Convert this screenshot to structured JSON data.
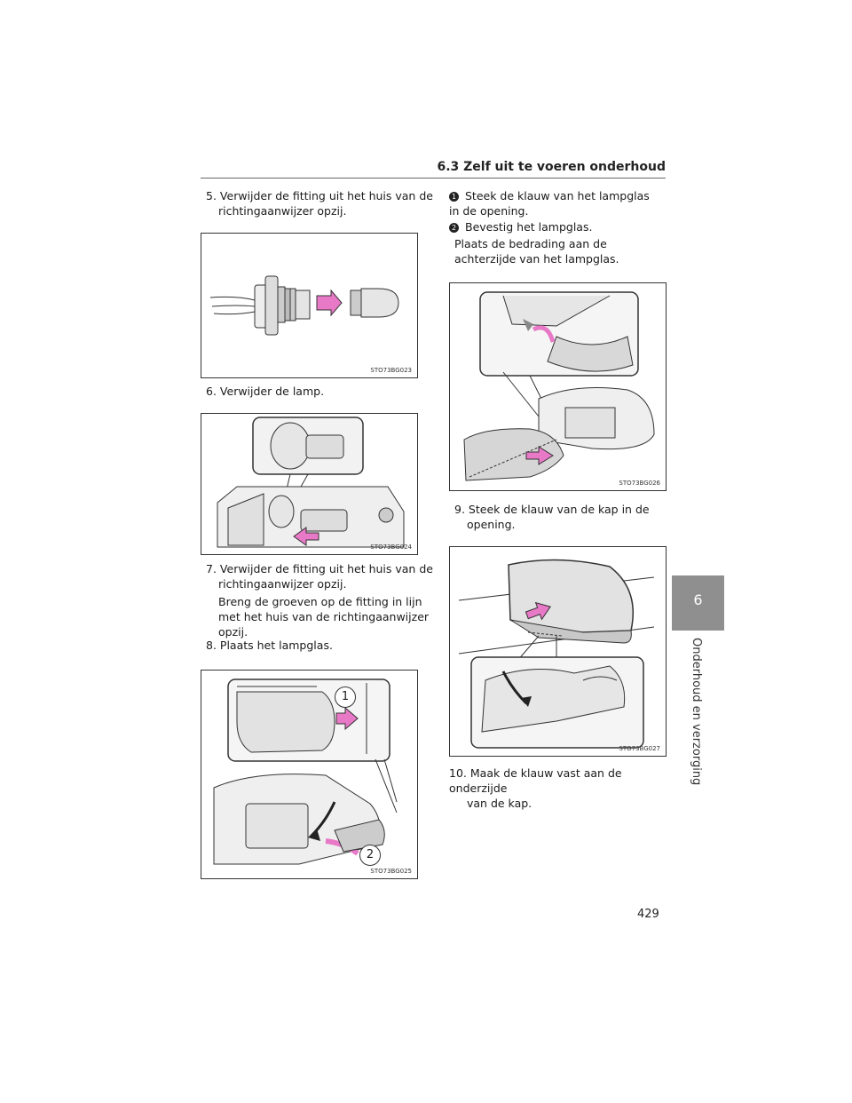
{
  "header": {
    "section_title": "6.3  Zelf uit te voeren onderhoud"
  },
  "side_tab": {
    "chapter_number": "6",
    "chapter_title": "Onderhoud en verzorging"
  },
  "page_number": "429",
  "left_column": {
    "step5": {
      "number": "5.",
      "line1": "Verwijder de fitting uit het huis van de",
      "line2": "richtingaanwijzer opzij."
    },
    "fig1_code": "STO73BG023",
    "step6": {
      "number": "6.",
      "text": "Verwijder de lamp."
    },
    "fig2_code": "STO73BG024",
    "step7": {
      "number": "7.",
      "line1": "Verwijder de fitting uit het huis van de",
      "line2": "richtingaanwijzer opzij.",
      "note1": "Breng de groeven op de fitting in lijn",
      "note2": "met het huis van de richtingaanwijzer",
      "note3": "opzij."
    },
    "step8": {
      "number": "8.",
      "text": "Plaats het lampglas."
    },
    "fig3_code": "STO73BG025",
    "fig3_label1": "1",
    "fig3_label2": "2"
  },
  "right_column": {
    "sub1": {
      "marker": "1",
      "line1": "Steek de klauw van het lampglas",
      "line2": "in de opening."
    },
    "sub2": {
      "marker": "2",
      "text": "Bevestig het lampglas."
    },
    "note": {
      "line1": "Plaats de bedrading aan de",
      "line2": "achterzijde van het lampglas."
    },
    "fig4_code": "STO73BG026",
    "step9": {
      "number": "9.",
      "line1": "Steek de klauw van de kap in de",
      "line2": "opening."
    },
    "fig5_code": "STO73BG027",
    "step10": {
      "number": "10.",
      "line1": "Maak de klauw vast aan de onderzijde",
      "line2": "van de kap."
    }
  },
  "colors": {
    "arrow_pink": "#e879c7",
    "tab_gray": "#8f8f8f",
    "line_gray": "#555555",
    "light_fill": "#e6e6e6"
  }
}
